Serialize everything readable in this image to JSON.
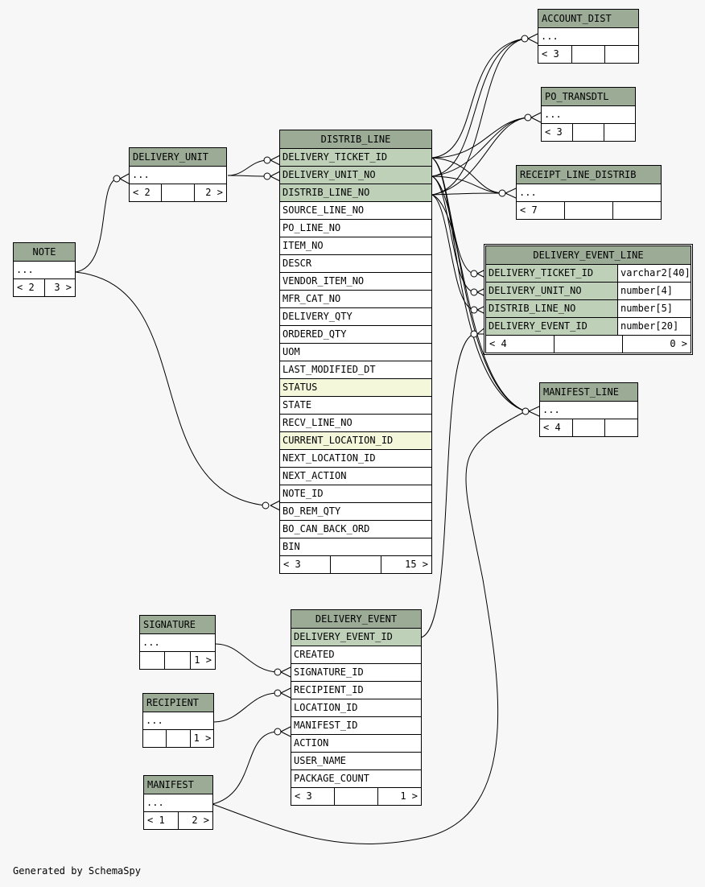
{
  "generator": "Generated by SchemaSpy",
  "colors": {
    "header": "#9bab96",
    "primary_key": "#bed1b8",
    "indexed": "#f4f7da",
    "background": "#f7f7f7"
  },
  "tables": {
    "note": {
      "name": "NOTE",
      "body": "...",
      "parents": "< 2",
      "children": "3 >"
    },
    "delivery_unit": {
      "name": "DELIVERY_UNIT",
      "body": "...",
      "parents": "< 2",
      "children": "2 >"
    },
    "distrib_line": {
      "name": "DISTRIB_LINE",
      "columns": [
        "DELIVERY_TICKET_ID",
        "DELIVERY_UNIT_NO",
        "DISTRIB_LINE_NO",
        "SOURCE_LINE_NO",
        "PO_LINE_NO",
        "ITEM_NO",
        "DESCR",
        "VENDOR_ITEM_NO",
        "MFR_CAT_NO",
        "DELIVERY_QTY",
        "ORDERED_QTY",
        "UOM",
        "LAST_MODIFIED_DT",
        "STATUS",
        "STATE",
        "RECV_LINE_NO",
        "CURRENT_LOCATION_ID",
        "NEXT_LOCATION_ID",
        "NEXT_ACTION",
        "NOTE_ID",
        "BO_REM_QTY",
        "BO_CAN_BACK_ORD",
        "BIN"
      ],
      "parents": "< 3",
      "children": "15 >"
    },
    "account_dist": {
      "name": "ACCOUNT_DIST",
      "body": "...",
      "parents": "< 3"
    },
    "po_transdtl": {
      "name": "PO_TRANSDTL",
      "body": "...",
      "parents": "< 3"
    },
    "receipt_line_distrib": {
      "name": "RECEIPT_LINE_DISTRIB",
      "body": "...",
      "parents": "< 7"
    },
    "delivery_event_line": {
      "name": "DELIVERY_EVENT_LINE",
      "columns": [
        {
          "name": "DELIVERY_TICKET_ID",
          "type": "varchar2[40]"
        },
        {
          "name": "DELIVERY_UNIT_NO",
          "type": "number[4]"
        },
        {
          "name": "DISTRIB_LINE_NO",
          "type": "number[5]"
        },
        {
          "name": "DELIVERY_EVENT_ID",
          "type": "number[20]"
        }
      ],
      "parents": "< 4",
      "children": "0 >"
    },
    "manifest_line": {
      "name": "MANIFEST_LINE",
      "body": "...",
      "parents": "< 4"
    },
    "delivery_event": {
      "name": "DELIVERY_EVENT",
      "columns": [
        "DELIVERY_EVENT_ID",
        "CREATED",
        "SIGNATURE_ID",
        "RECIPIENT_ID",
        "LOCATION_ID",
        "MANIFEST_ID",
        "ACTION",
        "USER_NAME",
        "PACKAGE_COUNT"
      ],
      "parents": "< 3",
      "children": "1 >"
    },
    "signature": {
      "name": "SIGNATURE",
      "body": "...",
      "children": "1 >"
    },
    "recipient": {
      "name": "RECIPIENT",
      "body": "...",
      "children": "1 >"
    },
    "manifest": {
      "name": "MANIFEST",
      "body": "...",
      "parents": "< 1",
      "children": "2 >"
    }
  }
}
